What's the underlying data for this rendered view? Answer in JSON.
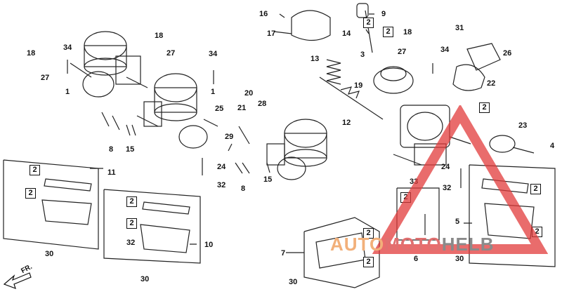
{
  "callouts": [
    "1",
    "1",
    "2",
    "2",
    "2",
    "2",
    "2",
    "2",
    "2",
    "2",
    "2",
    "2",
    "2",
    "2",
    "3",
    "4",
    "5",
    "6",
    "7",
    "8",
    "8",
    "9",
    "10",
    "11",
    "12",
    "13",
    "14",
    "15",
    "15",
    "16",
    "17",
    "18",
    "18",
    "18",
    "19",
    "20",
    "21",
    "22",
    "23",
    "24",
    "24",
    "25",
    "26",
    "27",
    "27",
    "27",
    "28",
    "29",
    "30",
    "30",
    "30",
    "30",
    "31",
    "32",
    "32",
    "32",
    "33",
    "34",
    "34",
    "34"
  ],
  "direction_label": "FR.",
  "watermark": {
    "part1": "AUTO",
    "part2": "MOTO",
    "part3": "HELB",
    "colors": {
      "triangle": "#e23b3b",
      "auto": "#f2a060",
      "moto": "#e05a5a",
      "helb": "#777777"
    }
  }
}
